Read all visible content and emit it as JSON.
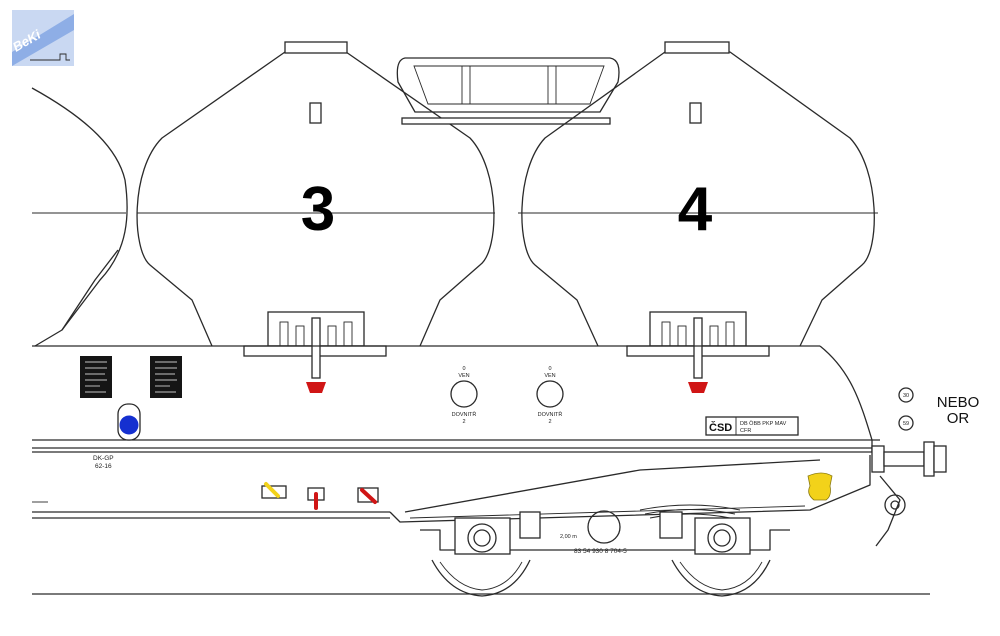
{
  "logo": {
    "text": "BeKi"
  },
  "silos": [
    {
      "number": "3"
    },
    {
      "number": "4"
    }
  ],
  "outlets": [
    {
      "top": "0",
      "mid": "VEN",
      "bottom1": "DOVNITŘ",
      "bottom2": "2"
    },
    {
      "top": "0",
      "mid": "VEN",
      "bottom1": "DOVNITŘ",
      "bottom2": "2"
    }
  ],
  "badge": {
    "text": "DK-GP",
    "sub": "62-16"
  },
  "owner_plate": {
    "main": "ČSD",
    "line1": "DB ÖBB PKP MAV",
    "line2": "CFR"
  },
  "signs": {
    "speed_top": "30",
    "speed_bottom": "59"
  },
  "alt_text": {
    "line1": "NEBO",
    "line2": "OR"
  },
  "wagon_number": "83 54 930 8 704-5",
  "axle_spacing": "2,00 m",
  "colors": {
    "red": "#d01515",
    "blue": "#1530d0",
    "yellow": "#f2d21a",
    "logo": "#9fb8e8"
  }
}
